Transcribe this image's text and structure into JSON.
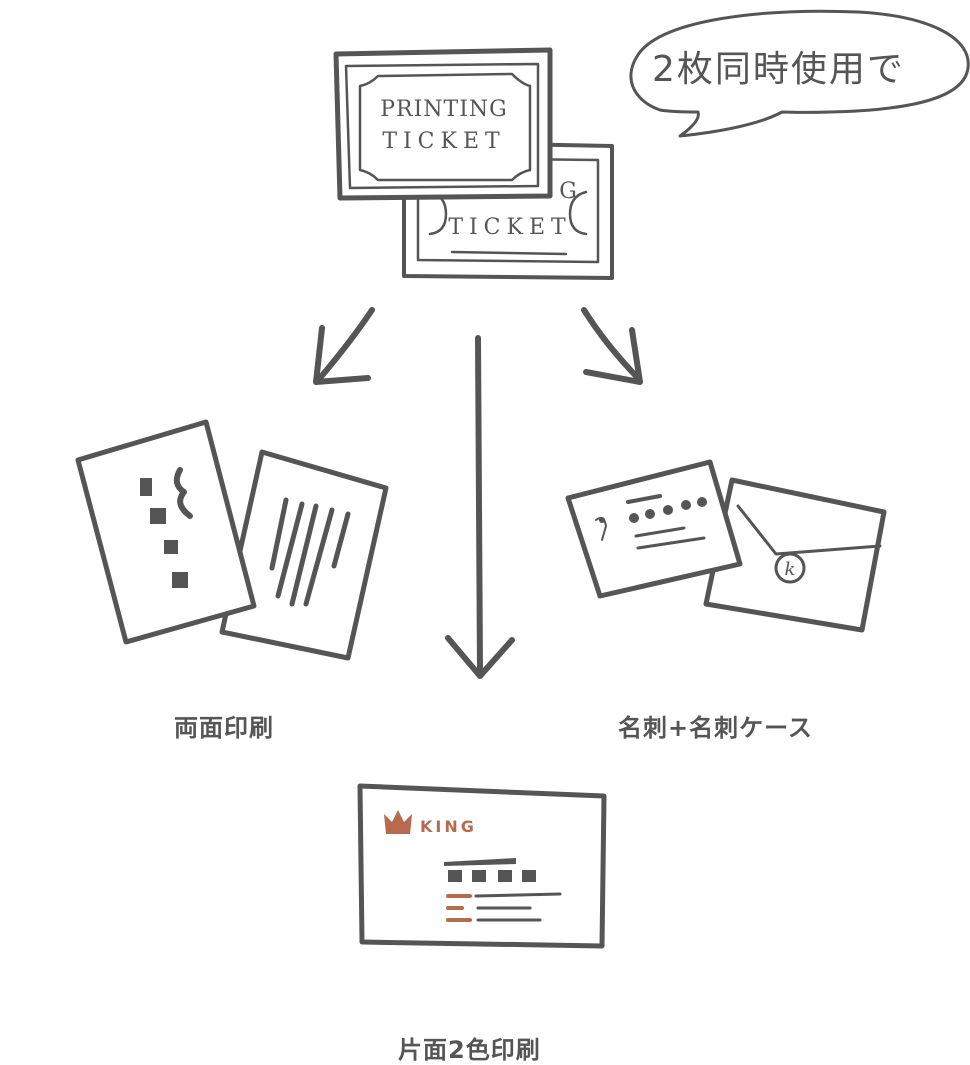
{
  "bubble": {
    "text": "2枚同時使用で"
  },
  "ticket_front": {
    "line1": "PRINTING",
    "line2": "TICKET"
  },
  "ticket_back": {
    "line1": "G",
    "line2": "TICKET"
  },
  "options": {
    "left": {
      "label": "両面印刷"
    },
    "center": {
      "label": "片面2色印刷"
    },
    "right": {
      "label": "名刺+名刺ケース"
    }
  },
  "center_card": {
    "brand": "KING"
  },
  "envelope": {
    "seal": "k"
  },
  "colors": {
    "ink": "#555555",
    "accent": "#b96a4e"
  }
}
